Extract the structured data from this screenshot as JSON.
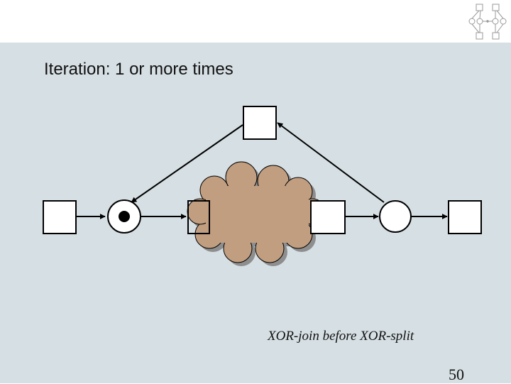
{
  "slide": {
    "title": "Iteration: 1 or more times",
    "caption": "XOR-join before XOR-split",
    "page_number": "50"
  },
  "colors": {
    "background": "#d6dfe4",
    "top_band": "#ffffff",
    "cloud_fill": "#c19e80",
    "cloud_shadow": "#8e8e8e",
    "stroke": "#000000",
    "node_fill": "#ffffff"
  },
  "diagram": {
    "nodes": [
      {
        "kind": "task"
      },
      {
        "kind": "condition",
        "token": true
      },
      {
        "kind": "task"
      },
      {
        "kind": "cloud"
      },
      {
        "kind": "task"
      },
      {
        "kind": "condition",
        "token": false
      },
      {
        "kind": "task"
      },
      {
        "kind": "task"
      }
    ]
  },
  "logo": {
    "icon": "petri-net-logo-icon"
  }
}
